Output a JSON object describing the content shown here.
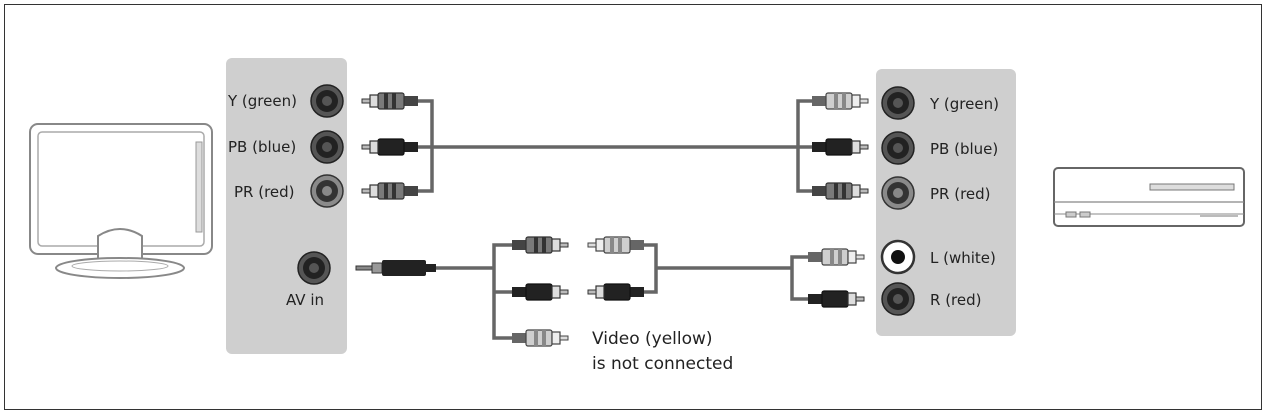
{
  "left_panel": {
    "ports": [
      {
        "label": "Y (green)"
      },
      {
        "label": "PB (blue)"
      },
      {
        "label": "PR (red)"
      }
    ],
    "av_label": "AV in"
  },
  "right_panel": {
    "ports": [
      {
        "label": "Y (green)"
      },
      {
        "label": "PB (blue)"
      },
      {
        "label": "PR (red)"
      },
      {
        "label": "L (white)"
      },
      {
        "label": "R (red)"
      }
    ]
  },
  "note": {
    "line1": "Video (yellow)",
    "line2": "is not connected"
  }
}
